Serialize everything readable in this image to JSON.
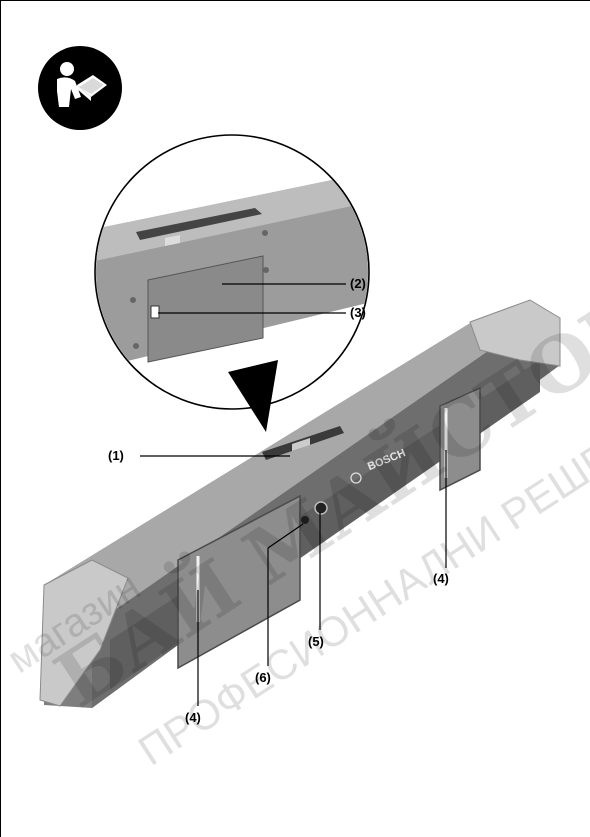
{
  "device": {
    "brand": "BOSCH"
  },
  "callouts": {
    "c1": "(1)",
    "c2": "(2)",
    "c3": "(3)",
    "c4": "(4)",
    "c5": "(5)",
    "c6": "(6)"
  },
  "watermark": {
    "line1": "БАЙ МАЙСТОР",
    "line2": "ПРОФЕСИОННАЛНИ РЕШЕНИЯ",
    "line3": "магазин"
  }
}
